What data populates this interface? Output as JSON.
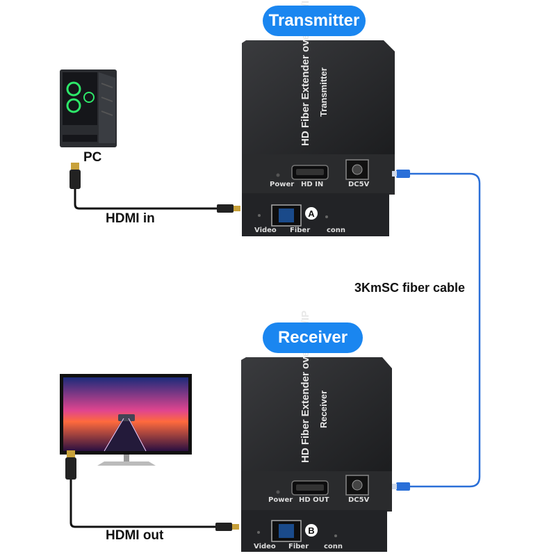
{
  "transmitter": {
    "label": "Transmitter",
    "device_name": "HD Fiber Extender over TCP/IP",
    "role_text": "Transmitter",
    "top_ports": [
      "Power",
      "HD IN",
      "DC5V"
    ],
    "bottom_ports": [
      "Video",
      "Fiber",
      "conn"
    ],
    "port_badge": "A"
  },
  "receiver": {
    "label": "Receiver",
    "device_name": "HD Fiber Extender over TCP/IP",
    "role_text": "Receiver",
    "top_ports": [
      "Power",
      "HD OUT",
      "DC5V"
    ],
    "bottom_ports": [
      "Video",
      "Fiber",
      "conn"
    ],
    "port_badge": "B"
  },
  "pc_label": "PC",
  "hdmi_in_label": "HDMI in",
  "hdmi_out_label": "HDMI out",
  "fiber_label": "3KmSC fiber cable",
  "colors": {
    "pill": "#1a86f0",
    "fiber_cable": "#2a6fd8",
    "device_body": "#2b2c2e",
    "pc_accent": "#2ee86a"
  }
}
